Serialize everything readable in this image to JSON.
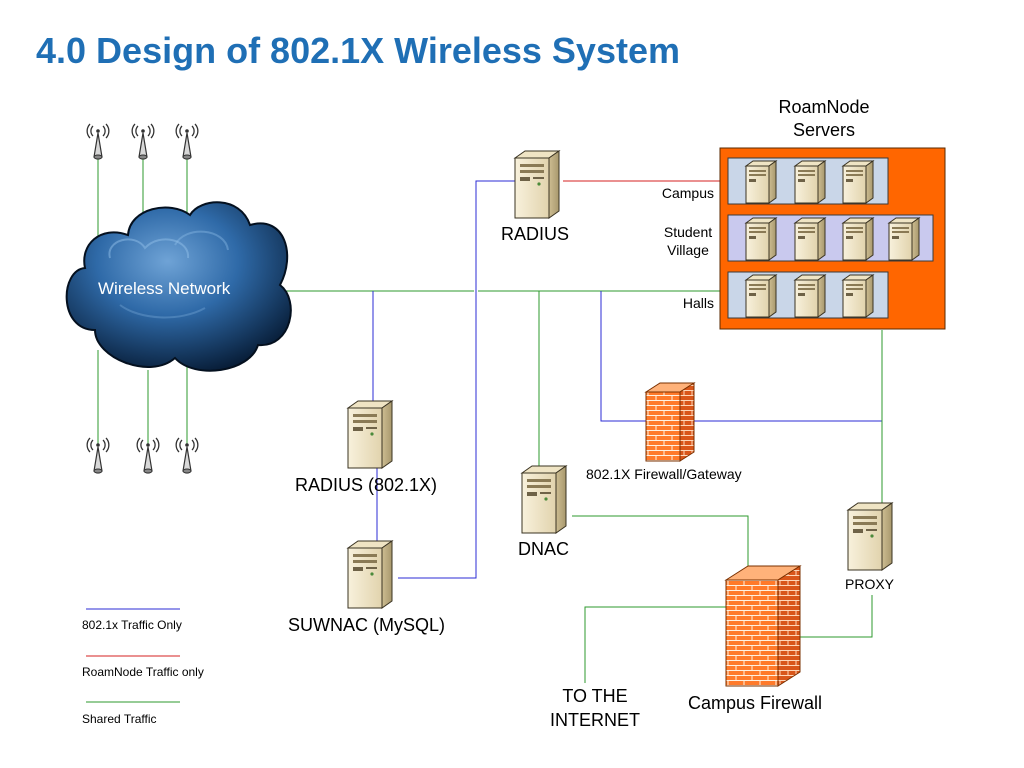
{
  "title": "4.0 Design of 802.1X Wireless System",
  "wireless_network": {
    "label": "Wireless Network"
  },
  "roamnode": {
    "title_line1": "RoamNode",
    "title_line2": "Servers",
    "groups": [
      {
        "label": "Campus",
        "servers": 3
      },
      {
        "label_line1": "Student",
        "label_line2": "Village",
        "servers": 4
      },
      {
        "label": "Halls",
        "servers": 3
      }
    ]
  },
  "nodes": {
    "radius_top": "RADIUS",
    "radius_8021x": "RADIUS (802.1X)",
    "suwnac": "SUWNAC (MySQL)",
    "dnac": "DNAC",
    "gateway": "802.1X Firewall/Gateway",
    "proxy": "PROXY",
    "campus_firewall": "Campus Firewall",
    "internet_line1": "TO THE",
    "internet_line2": "INTERNET"
  },
  "legend": [
    {
      "label": "802.1x Traffic Only",
      "color": "#2b2bd6"
    },
    {
      "label": "RoamNode Traffic only",
      "color": "#d62020"
    },
    {
      "label": "Shared Traffic",
      "color": "#2e9a2e"
    }
  ],
  "colors": {
    "title": "#1f6fb5",
    "roamnode_panel": "#ff6600",
    "server_group_fill": "#c9d6e8",
    "line_8021x": "#2b2bd6",
    "line_roamnode": "#d62020",
    "line_shared": "#2e9a2e",
    "cloud": "#1c4f86",
    "firewall": "#ff7a2a"
  },
  "icons": [
    "antenna-icon",
    "server-icon",
    "firewall-icon",
    "cloud-icon"
  ]
}
